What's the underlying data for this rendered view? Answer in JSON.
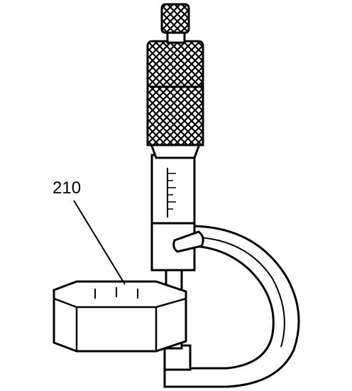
{
  "diagram": {
    "callouts": [
      {
        "id": "210",
        "text": "210"
      }
    ],
    "colors": {
      "ink": "#000000",
      "paper": "#ffffff"
    },
    "components": [
      "micrometer",
      "ratchet-knob",
      "thimble",
      "sleeve-scale",
      "lock-lever",
      "c-frame",
      "ring-part"
    ]
  }
}
